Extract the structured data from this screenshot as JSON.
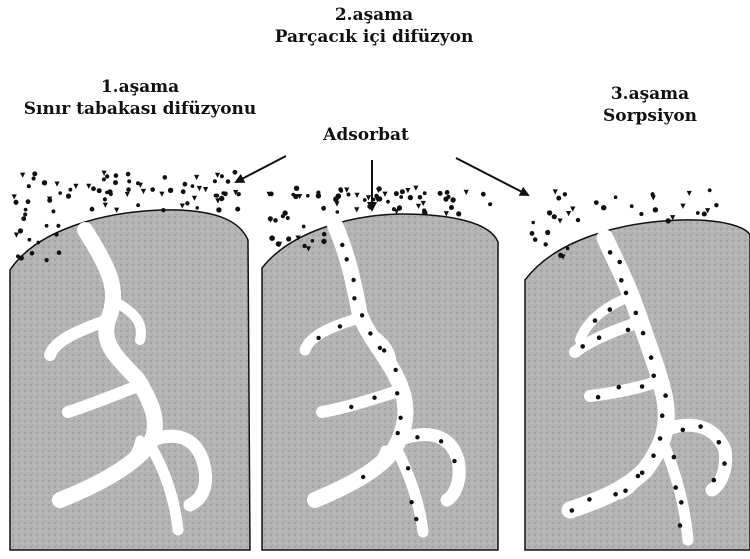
{
  "stage2": {
    "title": "2.aşama",
    "subtitle": "Parçacık içi difüzyon"
  },
  "stage1": {
    "title": "1.aşama",
    "subtitle": "Sınır tabakası difüzyonu"
  },
  "stage3": {
    "title": "3.aşama",
    "subtitle": "Sorpsiyon"
  },
  "adsorbate_label": "Adsorbat",
  "colors": {
    "particle_fill": "#b4b4b4",
    "pore": "#ffffff",
    "ink": "#111111"
  }
}
